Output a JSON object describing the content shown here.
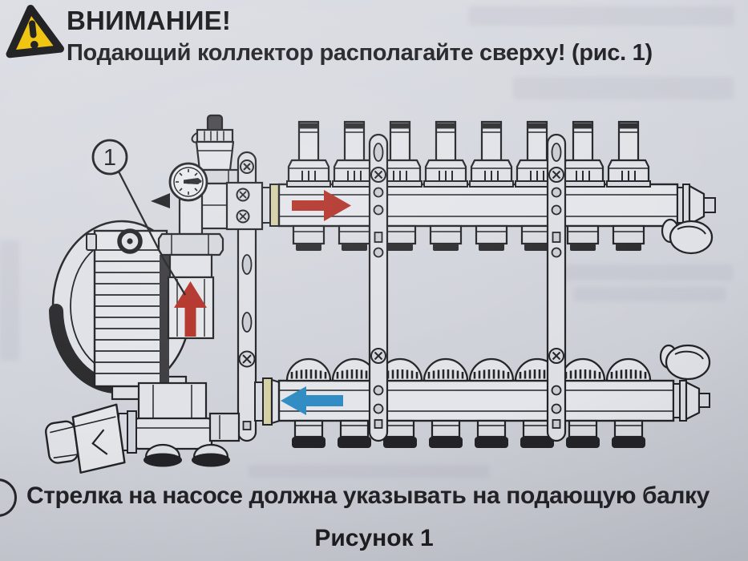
{
  "page": {
    "background_color": "#d2d4db"
  },
  "warning": {
    "icon_color": "#f0c30a",
    "title": "ВНИМАНИЕ!",
    "message": "Подающий коллектор располагайте сверху! (рис. 1)"
  },
  "figure": {
    "callout_number": "1",
    "supply_arrow_color": "#b23228",
    "return_arrow_color": "#2e8bc2",
    "loop_count": 8
  },
  "note_text": "Стрелка на насосе должна указывать на подающую балку",
  "caption": "Рисунок 1"
}
